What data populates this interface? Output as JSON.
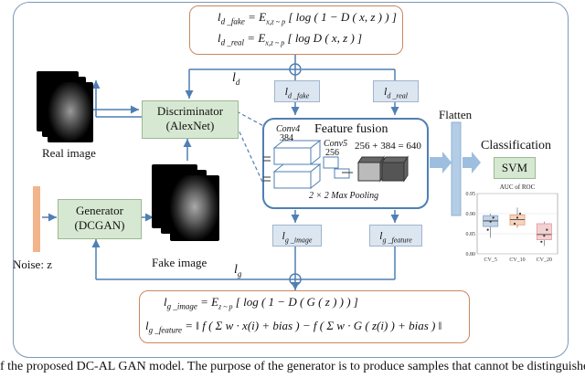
{
  "equations": {
    "top": {
      "line1_lhs": "l",
      "line1_sub": "d _fake",
      "line1_rhs": "= E",
      "line1_esub": "x,z ~ p",
      "line1_body": "[ log ( 1 − D ( x, z ) ) ]",
      "line2_lhs": "l",
      "line2_sub": "d _real",
      "line2_rhs": "= E",
      "line2_esub": "x,z ~ p",
      "line2_body": "[ log D ( x, z ) ]"
    },
    "bottom": {
      "line1_lhs": "l",
      "line1_sub": "g _image",
      "line1_rhs": "= E",
      "line1_esub": "z ~ p",
      "line1_body": "[ log ( 1 − D ( G ( z ) ) ) ]",
      "line2_lhs": "l",
      "line2_sub": "g _feature",
      "line2_body": "= ‖ f ( Σ w · x(i) + bias ) − f ( Σ w · G ( z(i) ) + bias ) ‖"
    }
  },
  "labels": {
    "ld": "l",
    "ld_sub": "d",
    "lg": "l",
    "lg_sub": "g",
    "real_image": "Real image",
    "fake_image": "Fake image",
    "noise": "Noise: z",
    "flatten": "Flatten",
    "classification": "Classification",
    "feature_fusion": "Feature fusion",
    "conv4": "Conv4",
    "conv4_num": "384",
    "conv5": "Conv5",
    "conv5_num": "256",
    "fusion_sum": "256 + 384 = 640",
    "maxpool": "2 × 2 Max Pooling"
  },
  "nodes": {
    "discriminator_line1": "Discriminator",
    "discriminator_line2": "(AlexNet)",
    "generator_line1": "Generator",
    "generator_line2": "(DCGAN)",
    "svm": "SVM",
    "ld_fake": "l",
    "ld_fake_sub": "d _fake",
    "ld_real": "l",
    "ld_real_sub": "d _real",
    "lg_image": "l",
    "lg_image_sub": "g _image",
    "lg_feature": "l",
    "lg_feature_sub": "g _feature"
  },
  "caption": "f the proposed DC-AL GAN model. The purpose of the generator is to produce samples that cannot be distinguished by the",
  "chart_data": {
    "type": "box",
    "title": "AUC of ROC",
    "categories": [
      "CV_5",
      "CV_10",
      "CV_20"
    ],
    "yticks": [
      "0.95",
      "0.90",
      "0.85",
      "0.80"
    ],
    "ylim": [
      0.8,
      0.95
    ],
    "series": [
      {
        "q1": 0.868,
        "median": 0.882,
        "q3": 0.895,
        "min": 0.84,
        "max": 0.9,
        "points": [
          0.86,
          0.88,
          0.89
        ],
        "color": "#7e9ec7"
      },
      {
        "q1": 0.872,
        "median": 0.885,
        "q3": 0.897,
        "min": 0.865,
        "max": 0.915,
        "points": [
          0.875,
          0.89,
          0.9
        ],
        "color": "#e8a070"
      },
      {
        "q1": 0.835,
        "median": 0.848,
        "q3": 0.875,
        "min": 0.82,
        "max": 0.88,
        "points": [
          0.83,
          0.845,
          0.86
        ],
        "color": "#e39a9a"
      }
    ]
  }
}
